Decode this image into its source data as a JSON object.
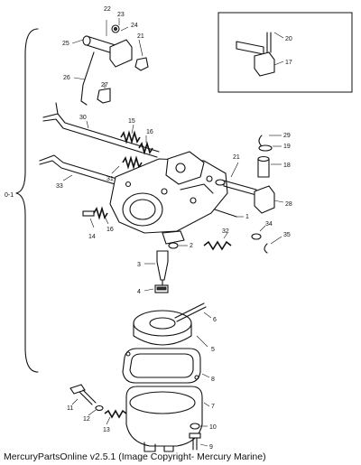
{
  "diagram": {
    "assembly_label": "0-1",
    "callouts": [
      "22",
      "23",
      "24",
      "25",
      "21",
      "20",
      "17",
      "26",
      "27",
      "30",
      "15",
      "16",
      "29",
      "19",
      "18",
      "31",
      "33",
      "21",
      "28",
      "1",
      "14",
      "16",
      "32",
      "2",
      "34",
      "35",
      "3",
      "4",
      "6",
      "5",
      "8",
      "7",
      "11",
      "12",
      "13",
      "10",
      "9"
    ]
  },
  "footer": {
    "caption": "MercuryPartsOnline v2.5.1 (Image Copyright- Mercury Marine)"
  }
}
